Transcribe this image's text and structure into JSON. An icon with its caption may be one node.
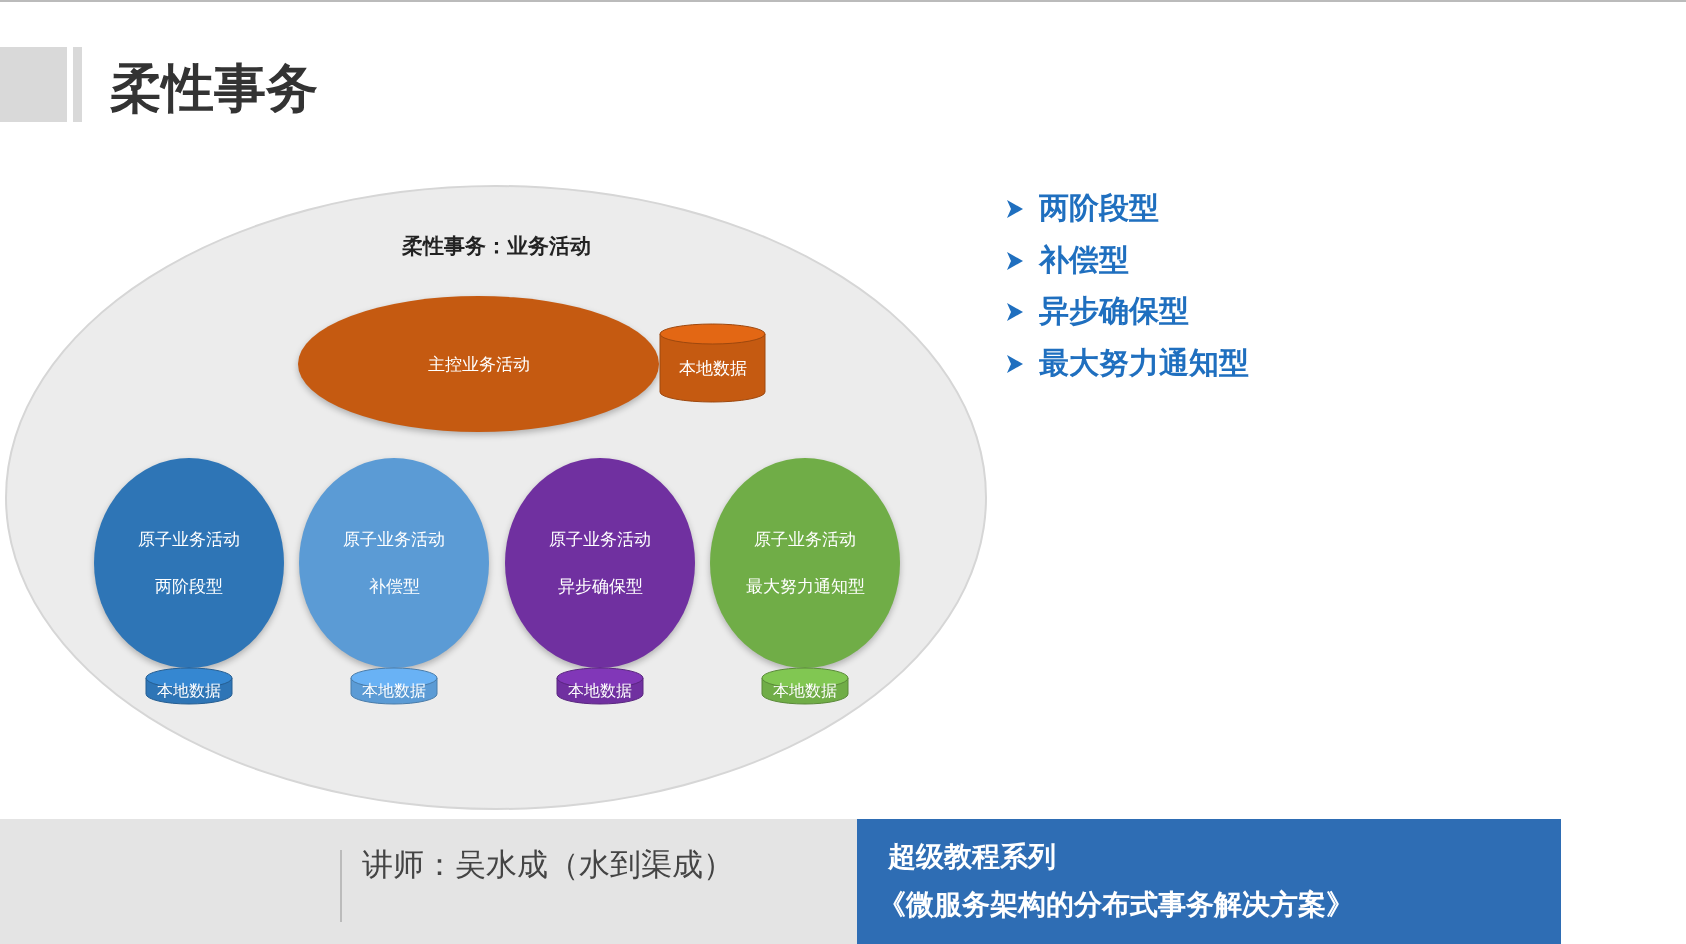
{
  "diagram": {
    "title": "柔性事务",
    "nodes": [
      {
        "text": [
          "柔性事务：业务活动"
        ]
      },
      {
        "text": [
          "主控业务活动"
        ],
        "in": 0
      },
      {
        "text": [
          "本地数据"
        ],
        "in": 0
      },
      {
        "text": [
          "原子业务活动",
          "两阶段型"
        ],
        "in": 0
      },
      {
        "text": [
          "本地数据"
        ],
        "in": 0
      },
      {
        "text": [
          "原子业务活动",
          "补偿型"
        ],
        "in": 0
      },
      {
        "text": [
          "本地数据"
        ],
        "in": 0
      },
      {
        "text": [
          "原子业务活动",
          "异步确保型"
        ],
        "in": 0
      },
      {
        "text": [
          "本地数据"
        ],
        "in": 0
      },
      {
        "text": [
          "原子业务活动",
          "最大努力通知型"
        ],
        "in": 0
      },
      {
        "text": [
          "本地数据"
        ],
        "in": 0
      }
    ],
    "labels": [
      "两阶段型",
      "补偿型",
      "异步确保型",
      "最大努力通知型",
      "讲师：吴水成（水到渠成）",
      "超级教程系列",
      "《微服务架构的分布式事务解决方案》"
    ]
  }
}
